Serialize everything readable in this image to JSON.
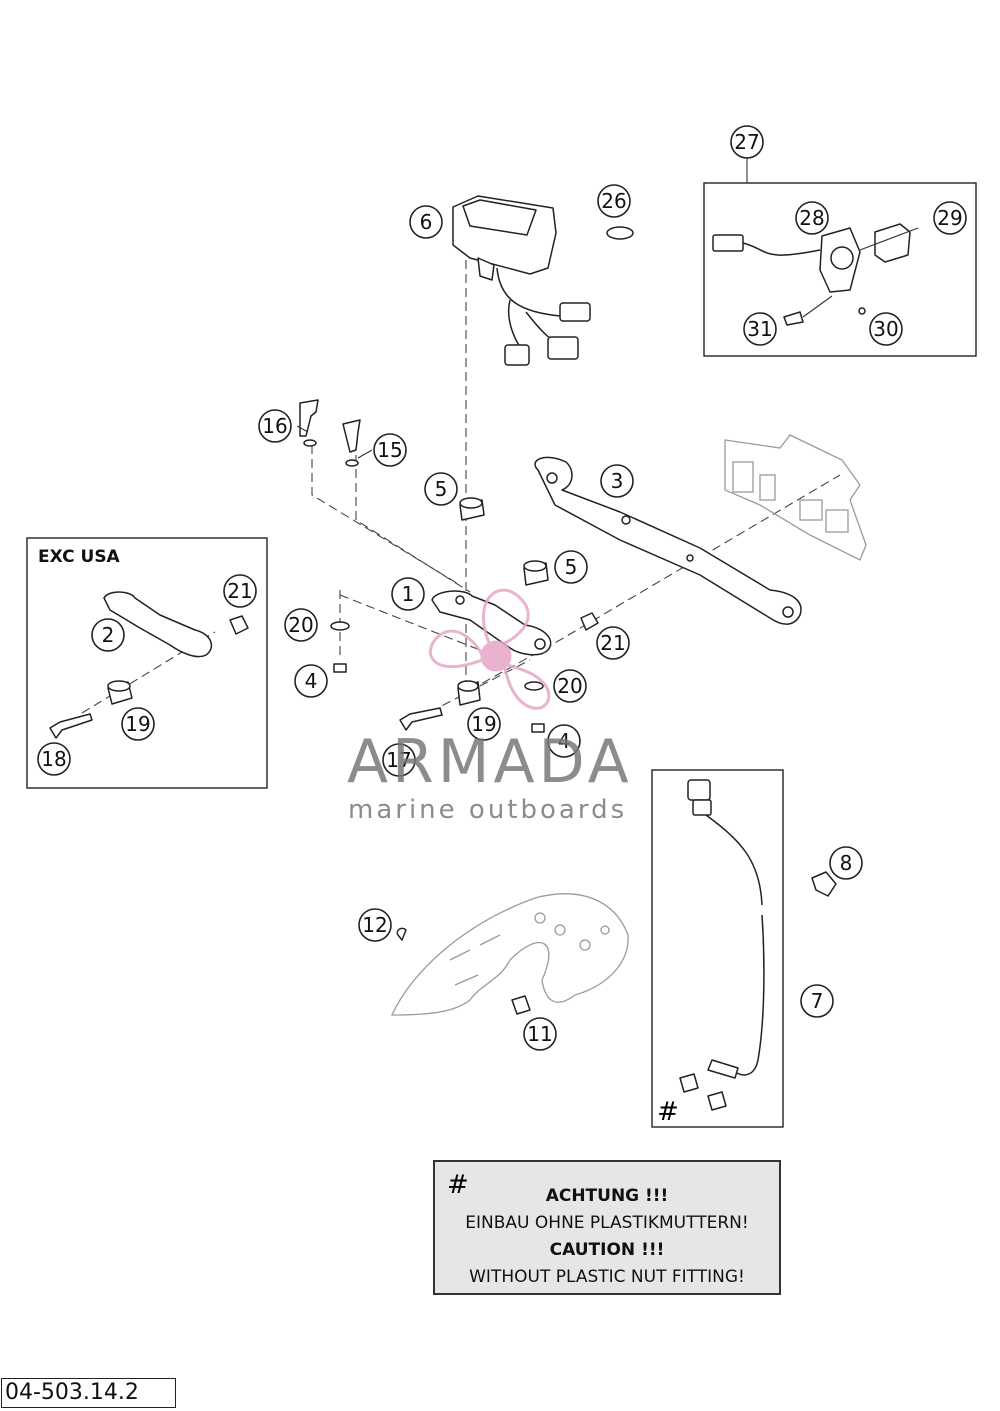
{
  "diagram": {
    "callouts": [
      "1",
      "2",
      "3",
      "4",
      "4",
      "5",
      "5",
      "6",
      "7",
      "8",
      "11",
      "12",
      "15",
      "16",
      "17",
      "18",
      "19",
      "19",
      "20",
      "20",
      "21",
      "21",
      "26",
      "27",
      "28",
      "29",
      "30",
      "31"
    ],
    "exc_label": "EXC USA",
    "notice": {
      "hash": "#",
      "line1": "ACHTUNG !!!",
      "line2": "EINBAU OHNE PLASTIKMUTTERN!",
      "line3": "CAUTION !!!",
      "line4": "WITHOUT PLASTIC NUT FITTING!"
    },
    "hash_mark": "#",
    "drawing_code": "04-503.14.2"
  },
  "watermark": {
    "brand": "ARMADA",
    "tagline": "marine outboards",
    "color": "#e6a6c7"
  }
}
